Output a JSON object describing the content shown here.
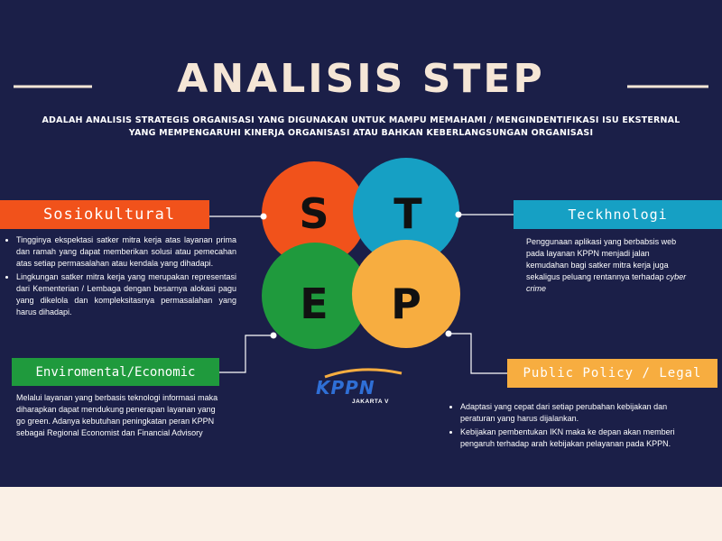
{
  "title": "ANALISIS STEP",
  "subtitle": {
    "line1": "ADALAH ANALISIS STRATEGIS ORGANISASI YANG DIGUNAKAN UNTUK MAMPU MEMAHAMI / MENGINDENTIFIKASI ISU EKSTERNAL",
    "line2": "YANG MEMPENGARUHI KINERJA ORGANISASI ATAU BAHKAN KEBERLANGSUNGAN ORGANISASI"
  },
  "circles": [
    {
      "letter": "S",
      "color": "#f1521b"
    },
    {
      "letter": "T",
      "color": "#16a0c4"
    },
    {
      "letter": "E",
      "color": "#1f9a3d"
    },
    {
      "letter": "P",
      "color": "#f7ad40"
    }
  ],
  "sections": {
    "sosiokultural": {
      "label": "Sosiokultural",
      "color": "#f1521b",
      "bullets": [
        "Tingginya ekspektasi satker mitra kerja atas layanan prima dan ramah yang dapat memberikan solusi atau pemecahan atas setiap permasalahan atau kendala yang dihadapi.",
        "Lingkungan satker mitra kerja yang merupakan representasi dari Kementerian / Lembaga dengan besarnya alokasi pagu yang dikelola dan kompleksitasnya permasalahan yang harus dihadapi."
      ]
    },
    "teknologi": {
      "label": "Teckhnologi",
      "color": "#16a0c4",
      "text": "Penggunaan aplikasi yang berbabsis web pada layanan KPPN menjadi jalan kemudahan bagi satker mitra kerja juga sekaligus peluang rentannya terhadap",
      "text_italic": "cyber crime"
    },
    "environmental": {
      "label": "Enviromental/Economic",
      "color": "#1f9a3d",
      "text": "Melalui layanan yang berbasis teknologi informasi maka diharapkan dapat mendukung penerapan layanan yang go green. Adanya kebutuhan peningkatan peran KPPN sebagai Regional Economist dan Financial Advisory"
    },
    "policy": {
      "label": "Public Policy / Legal",
      "color": "#f7ad40",
      "bullets": [
        "Adaptasi yang cepat dari setiap perubahan kebijakan dan peraturan yang harus dijalankan.",
        "Kebijakan pembentukan IKN maka ke depan akan memberi pengaruh terhadap arah kebijakan pelayanan pada KPPN."
      ]
    }
  },
  "logo": {
    "main": "KPPN",
    "sub": "JAKARTA V"
  },
  "colors": {
    "background": "#1b1f48",
    "page": "#faf0e6",
    "title": "#f5e6d6"
  }
}
